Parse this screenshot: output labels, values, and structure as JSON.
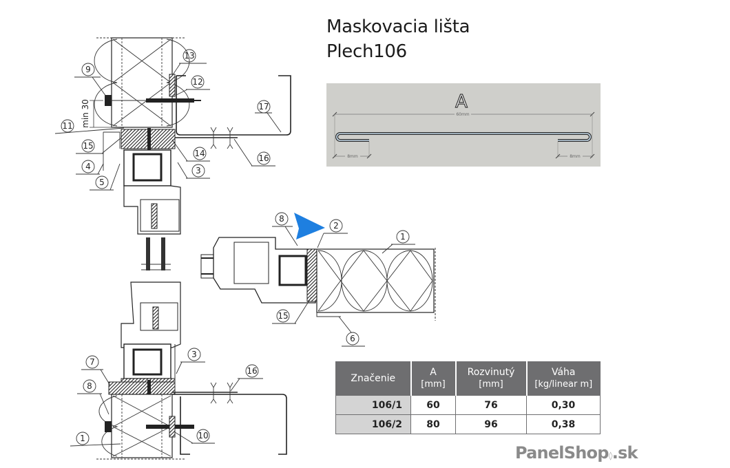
{
  "header": {
    "title_line1": "Maskovacia lišta",
    "title_line2": "Plech106"
  },
  "profile_diagram": {
    "dimension_label": "A",
    "total_width_label": "60mm",
    "left_fold_label": "8mm",
    "right_fold_label": "8mm",
    "background_color": "#cfcfcb"
  },
  "drawing": {
    "dimension_text": "min 30",
    "callouts": [
      "1",
      "2",
      "3",
      "4",
      "5",
      "6",
      "7",
      "8",
      "9",
      "10",
      "11",
      "12",
      "13",
      "14",
      "15",
      "16",
      "17"
    ],
    "highlight_arrow_color": "#1e7fe0"
  },
  "spec_table": {
    "headers": [
      {
        "label": "Značenie",
        "unit": ""
      },
      {
        "label": "A",
        "unit": "[mm]"
      },
      {
        "label": "Rozvinutý",
        "unit": "[mm]"
      },
      {
        "label": "Váha",
        "unit": "[kg/linear m]"
      }
    ],
    "rows": [
      {
        "code": "106/1",
        "a": "60",
        "unfolded": "76",
        "weight": "0,30"
      },
      {
        "code": "106/2",
        "a": "80",
        "unfolded": "96",
        "weight": "0,38"
      }
    ],
    "header_color": "#6e6e70"
  },
  "brand": {
    "name": "PanelShop",
    "separator": "◊",
    "tld": ".sk"
  }
}
